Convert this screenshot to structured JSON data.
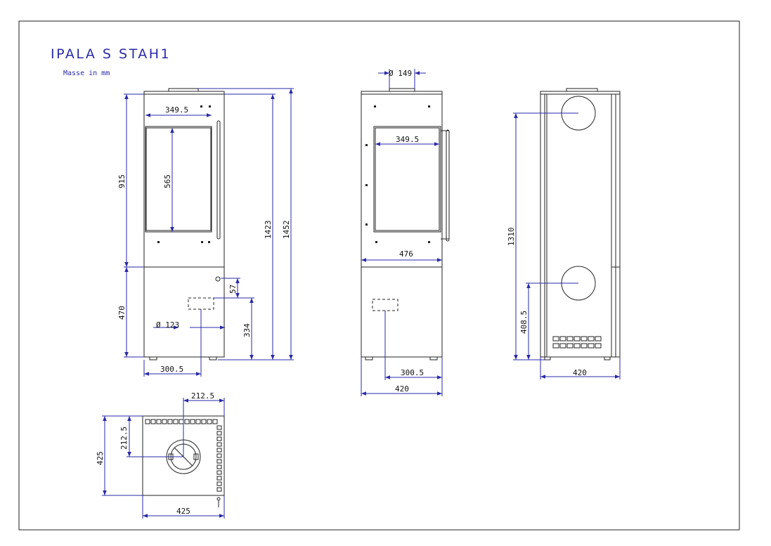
{
  "header": {
    "title": "IPALA S STAH1",
    "units": "Masse in mm"
  },
  "front_view": {
    "glass_width": "349.5",
    "glass_height": "565",
    "upper_height": "915",
    "lower_height": "470",
    "height_1": "1423",
    "height_2": "1452",
    "outlet_offset": "57",
    "outlet_height": "334",
    "outlet_diameter": "Ø 123",
    "foot_width": "300.5"
  },
  "back_view": {
    "flue_diameter": "Ø 149",
    "glass_width": "349.5",
    "body_width": "476",
    "foot_width": "300.5",
    "total_width": "420"
  },
  "side_view": {
    "flue_height": "1310",
    "lower_outlet_height": "408.5",
    "depth": "420"
  },
  "top_view": {
    "offset_x": "212.5",
    "offset_y": "212.5",
    "depth": "425",
    "width": "425"
  },
  "colors": {
    "line": "#222222",
    "dimension": "#2a2aa8",
    "text": "#111111"
  }
}
